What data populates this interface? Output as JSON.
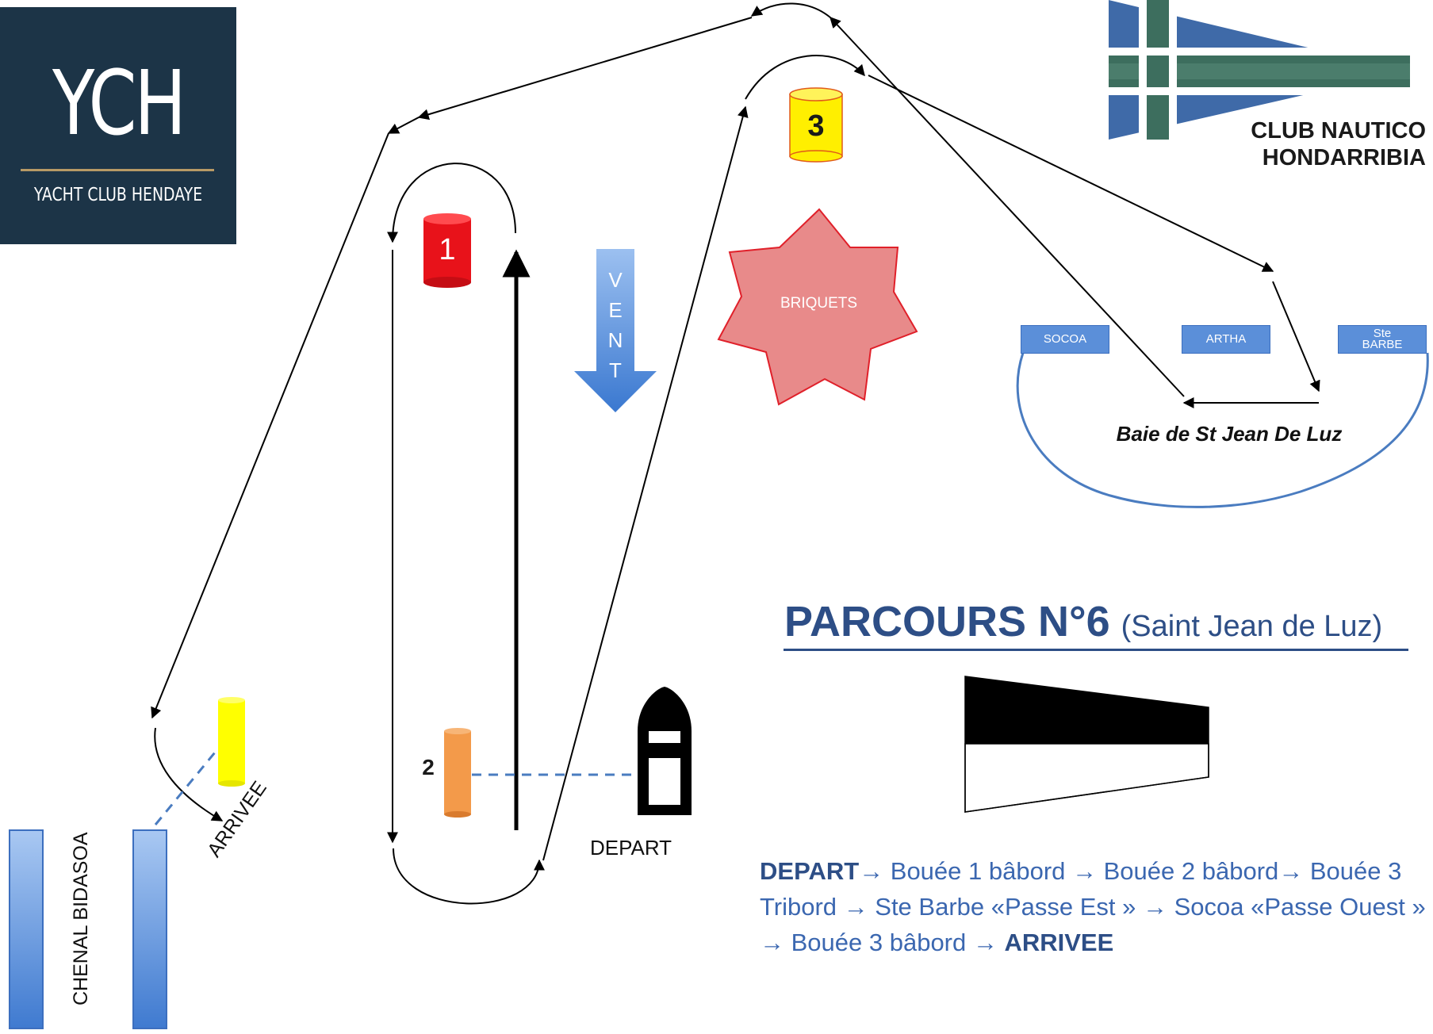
{
  "logos": {
    "ych": {
      "initials": "YCH",
      "name": "YACHT CLUB HENDAYE"
    },
    "club_nautico": {
      "line1": "CLUB NAUTICO",
      "line2": "HONDARRIBIA"
    }
  },
  "buoys": {
    "buoy1": {
      "label": "1",
      "color": "#e8121a"
    },
    "buoy2": {
      "label": "2",
      "color": "#f39a4a"
    },
    "buoy3": {
      "label": "3",
      "color": "#ffef00"
    },
    "finish_buoy": {
      "color": "#ffff00"
    }
  },
  "wind": {
    "letters": [
      "V",
      "E",
      "N",
      "T"
    ],
    "color": "#4a86d6"
  },
  "hazard": {
    "label": "BRIQUETS",
    "color": "#e88a8a"
  },
  "bay": {
    "name": "Baie de St Jean De Luz",
    "markers": [
      {
        "label": "SOCOA"
      },
      {
        "label": "ARTHA"
      },
      {
        "label": "Ste BARBE"
      }
    ]
  },
  "labels": {
    "depart": "DEPART",
    "arrivee": "ARRIVEE",
    "chenal": "CHENAL BIDASOA"
  },
  "title": {
    "main": "PARCOURS N°6",
    "sub": "(Saint Jean de Luz)"
  },
  "description": {
    "parts": [
      "DEPART",
      "→ Bouée 1 bâbord → Bouée 2 bâbord→ Bouée 3 Tribord → Ste Barbe  «Passe Est » → Socoa  «Passe Ouest » → Bouée 3 bâbord → ",
      "ARRIVEE"
    ]
  },
  "colors": {
    "title": "#2d4e86",
    "description": "#3b67b0",
    "channel": "#5b8fd9",
    "bay_outline": "#4a7cc0"
  }
}
